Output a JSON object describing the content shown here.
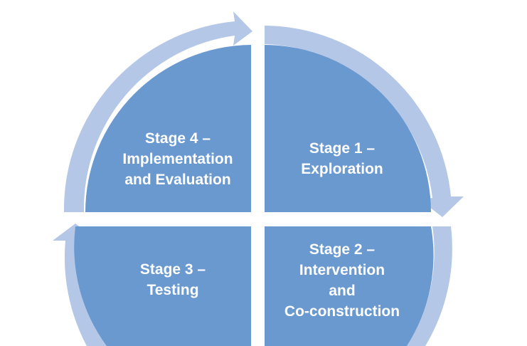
{
  "diagram": {
    "colors": {
      "quadrant": "#6a99d0",
      "arrow": "#b4c7e7",
      "text": "#ffffff",
      "background": "#ffffff"
    },
    "stages": [
      {
        "id": "stage-1",
        "lines": [
          "Stage 1 –",
          "Exploration"
        ]
      },
      {
        "id": "stage-2",
        "lines": [
          "Stage 2 –",
          "Intervention",
          "and",
          "Co-construction"
        ]
      },
      {
        "id": "stage-3",
        "lines": [
          "Stage 3 –",
          "Testing"
        ]
      },
      {
        "id": "stage-4",
        "lines": [
          "Stage 4 –",
          "Implementation",
          "and Evaluation"
        ]
      }
    ]
  }
}
